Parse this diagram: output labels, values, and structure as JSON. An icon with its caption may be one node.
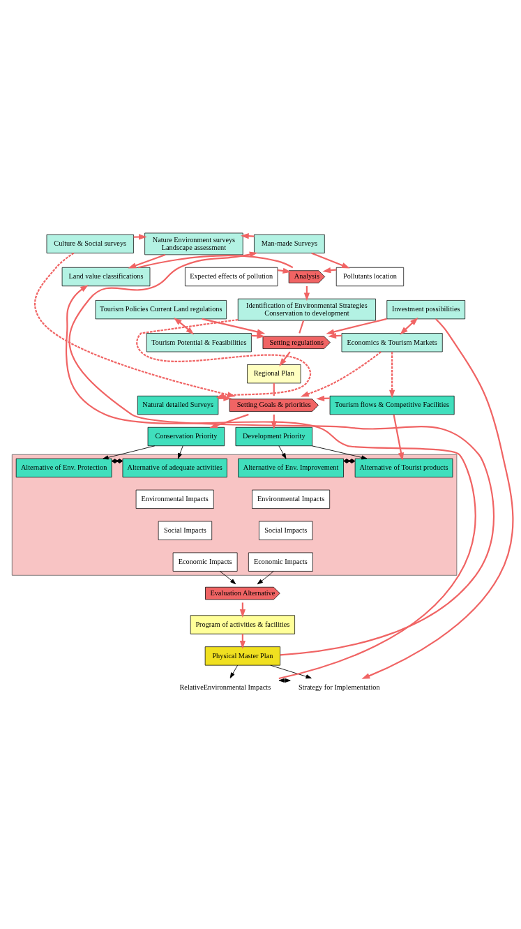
{
  "diagram": {
    "nodes": [
      {
        "text": [
          "Culture & Social surveys"
        ]
      },
      {
        "text": [
          "Nature Environment surveys",
          "Landscape assessment"
        ]
      },
      {
        "text": [
          "Man-made Surveys"
        ]
      },
      {
        "text": [
          "Land value classifications"
        ]
      },
      {
        "text": [
          "Analysis"
        ]
      },
      {
        "text": [
          "Expected effects of pollution"
        ]
      },
      {
        "text": [
          "Pollutants location"
        ]
      },
      {
        "text": [
          "Identification of Environmental Strategies",
          "Conservation to development"
        ]
      },
      {
        "text": [
          "Tourism Policies Current Land regulations"
        ]
      },
      {
        "text": [
          "Investment possibilities"
        ]
      },
      {
        "text": [
          "Setting regulations"
        ]
      },
      {
        "text": [
          "Tourism Potential & Feasibilities"
        ]
      },
      {
        "text": [
          "Economics & Tourism Markets"
        ]
      },
      {
        "text": [
          "Regional Plan"
        ]
      },
      {
        "text": [
          "Natural detailed Surveys"
        ]
      },
      {
        "text": [
          "Setting Goals & priorities"
        ]
      },
      {
        "text": [
          "Tourism flows & Competitive Facilities"
        ]
      },
      {
        "text": [
          "Conservation Priority"
        ]
      },
      {
        "text": [
          "Development Priority"
        ]
      },
      {
        "text": [],
        "shape": "box"
      },
      {
        "text": [
          "Alternative of Env. Protection"
        ],
        "in": 19
      },
      {
        "text": [
          "Alternative of adequate activities"
        ],
        "in": 19
      },
      {
        "text": [
          "Environmental Impacts"
        ],
        "in": 19
      },
      {
        "text": [
          "Social Impacts"
        ],
        "in": 19
      },
      {
        "text": [
          "Economic Impacts"
        ],
        "in": 19
      },
      {
        "text": [
          "Alternative of Env. Improvement"
        ],
        "in": 19
      },
      {
        "text": [
          "Alternative of Tourist products"
        ],
        "in": 19
      },
      {
        "text": [
          "Environmental Impacts"
        ],
        "in": 19
      },
      {
        "text": [
          "Social Impacts"
        ],
        "in": 19
      },
      {
        "text": [
          "Economic Impacts"
        ],
        "in": 19
      },
      {
        "text": [
          "Evaluation Alternative"
        ]
      },
      {
        "text": [
          "Program of activities & facilities"
        ]
      },
      {
        "text": [
          "Physical Master Plan"
        ]
      },
      {
        "text": [
          "RelativeEnvironmental Impacts"
        ]
      },
      {
        "text": [
          "Strategy for Implementation"
        ]
      }
    ],
    "edges": [
      {
        "from": 0,
        "to": 1,
        "arrow": "to"
      },
      {
        "from": 2,
        "to": 1,
        "arrow": "to"
      },
      {
        "from": 1,
        "to": 3,
        "arrow": "to"
      },
      {
        "from": 2,
        "to": 6,
        "arrow": "to"
      },
      {
        "from": 3,
        "to": 4,
        "arrow": "none"
      },
      {
        "from": 5,
        "to": 4,
        "arrow": "to"
      },
      {
        "from": 6,
        "to": 4,
        "arrow": "to"
      },
      {
        "from": 4,
        "to": 7,
        "arrow": "to"
      },
      {
        "from": 33,
        "to": 3,
        "arrow": "to"
      },
      {
        "from": 0,
        "to": 15,
        "arrow": "to",
        "style": "dashed"
      },
      {
        "from": 7,
        "to": 14,
        "arrow": "to",
        "style": "dashed"
      },
      {
        "from": 7,
        "to": 10,
        "arrow": "none"
      },
      {
        "from": 8,
        "to": 10,
        "arrow": "to"
      },
      {
        "from": 9,
        "to": 10,
        "arrow": "to"
      },
      {
        "from": 11,
        "to": 10,
        "arrow": "to"
      },
      {
        "from": 12,
        "to": 10,
        "arrow": "to"
      },
      {
        "from": 8,
        "to": 11,
        "arrow": "both"
      },
      {
        "from": 9,
        "to": 12,
        "arrow": "both"
      },
      {
        "from": 9,
        "to": 34,
        "arrow": "to"
      },
      {
        "from": 10,
        "to": 13,
        "arrow": "to"
      },
      {
        "from": 13,
        "to": 15,
        "arrow": "none"
      },
      {
        "from": 14,
        "to": 15,
        "arrow": "to"
      },
      {
        "from": 12,
        "to": 16,
        "arrow": "to",
        "style": "dashed"
      },
      {
        "from": 12,
        "to": 15,
        "arrow": "to",
        "style": "dashed"
      },
      {
        "from": 16,
        "to": 15,
        "arrow": "to"
      },
      {
        "from": 15,
        "to": 17,
        "arrow": "to"
      },
      {
        "from": 15,
        "to": 18,
        "arrow": "to"
      },
      {
        "from": 16,
        "to": 26,
        "arrow": "to"
      },
      {
        "from": 17,
        "to": 20,
        "arrow": "to",
        "color": "#000000"
      },
      {
        "from": 17,
        "to": 21,
        "arrow": "to",
        "color": "#000000"
      },
      {
        "from": 18,
        "to": 25,
        "arrow": "to",
        "color": "#000000"
      },
      {
        "from": 18,
        "to": 26,
        "arrow": "to",
        "color": "#000000"
      },
      {
        "from": 20,
        "to": 21,
        "arrow": "other",
        "color": "#000000"
      },
      {
        "from": 25,
        "to": 26,
        "arrow": "other",
        "color": "#000000"
      },
      {
        "from": 24,
        "to": 30,
        "arrow": "to",
        "color": "#000000"
      },
      {
        "from": 29,
        "to": 30,
        "arrow": "to",
        "color": "#000000"
      },
      {
        "from": 30,
        "to": 31,
        "arrow": "to"
      },
      {
        "from": 31,
        "to": 32,
        "arrow": "to"
      },
      {
        "from": 32,
        "to": 2,
        "arrow": "to"
      },
      {
        "from": 32,
        "to": 33,
        "arrow": "to",
        "color": "#000000"
      },
      {
        "from": 32,
        "to": 34,
        "arrow": "to",
        "color": "#000000"
      },
      {
        "from": 33,
        "to": 34,
        "arrow": "both",
        "color": "#000000"
      }
    ]
  }
}
